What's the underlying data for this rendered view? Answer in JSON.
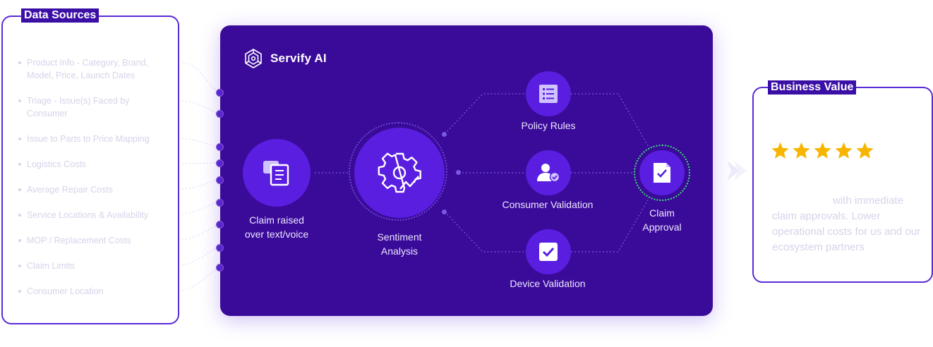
{
  "data_sources": {
    "title": "Data Sources",
    "items": [
      "Product Info - Category, Brand, Model, Price, Launch Dates",
      "Triage - Issue(s) Faced by Consumer",
      "Issue to Parts to Price Mapping",
      "Logistics Costs",
      "Average Repair Costs",
      "Service Locations & Availability",
      "MOP / Replacement Costs",
      "Claim Limits",
      "Consumer Location"
    ]
  },
  "main": {
    "brand": "Servify AI",
    "nodes": {
      "claim": "Claim raised over text/voice",
      "claim_line1": "Claim raised",
      "claim_line2": "over text/voice",
      "sentiment_line1": "Sentiment",
      "sentiment_line2": "Analysis",
      "policy": "Policy Rules",
      "consumer": "Consumer Validation",
      "device": "Device Validation",
      "approval_line1": "Claim",
      "approval_line2": "Approval"
    }
  },
  "business_value": {
    "title": "Business Value",
    "rating": 5,
    "text": "with immediate claim approvals. Lower operational costs for us and our ecosystem partners"
  },
  "colors": {
    "panel": "#3a0a99",
    "node": "#5a1ee0",
    "accent": "#5b2bd6",
    "approval_ring": "#3fe07a",
    "star": "#f7b500"
  },
  "icons": {
    "brand": "servify-logo-icon",
    "claim": "chat-document-icon",
    "sentiment": "gear-chart-icon",
    "policy": "checklist-icon",
    "consumer": "user-check-icon",
    "device": "checkbox-icon",
    "approval": "document-check-icon",
    "arrow": "chevron-right-icon"
  }
}
